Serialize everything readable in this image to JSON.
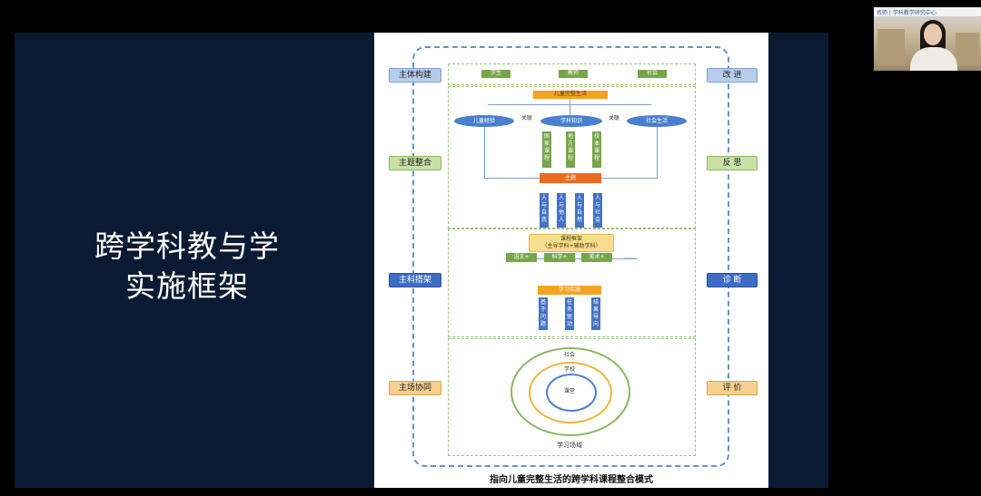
{
  "slide": {
    "title_line1": "跨学科教与学",
    "title_line2": "实施框架"
  },
  "diagram": {
    "left_labels": [
      "主体构建",
      "主题整合",
      "主科搭架",
      "主场协同"
    ],
    "right_labels": [
      "改 进",
      "反 思",
      "诊 断",
      "评 价"
    ],
    "subjects": [
      "学生",
      "教师",
      "社会"
    ],
    "center_top": "儿童完整生活",
    "ellipses": [
      "儿童经验",
      "学科知识",
      "社会生活"
    ],
    "links": [
      "关联",
      "关联"
    ],
    "curricula": [
      "国家课程",
      "地方课程",
      "校本课程"
    ],
    "theme": "主题",
    "relations": [
      "人与自我",
      "人与他人",
      "人与自然",
      "人与社会"
    ],
    "framework_line1": "课程框架",
    "framework_line2": "（主导学科+辅助学科）",
    "disciplines": [
      "语文+",
      "科学+",
      "美术+"
    ],
    "ellipsis_more": "……",
    "learning": "学习实施",
    "methods": [
      "基于问题",
      "任务驱动",
      "结果导向"
    ],
    "circles": [
      "社会",
      "学校",
      "课堂"
    ],
    "field": "学习场域",
    "caption": "指向儿童完整生活的跨学科课程整合模式"
  },
  "video": {
    "logo_text": "名师 | 学科教学研究中心"
  },
  "colors": {
    "slide_bg": "#0b1a33",
    "paper_bg": "#ffffff",
    "dashed_frame": "#6a90cc",
    "green": "#77a54b",
    "orange": "#f4a223",
    "blue": "#4572c4"
  }
}
